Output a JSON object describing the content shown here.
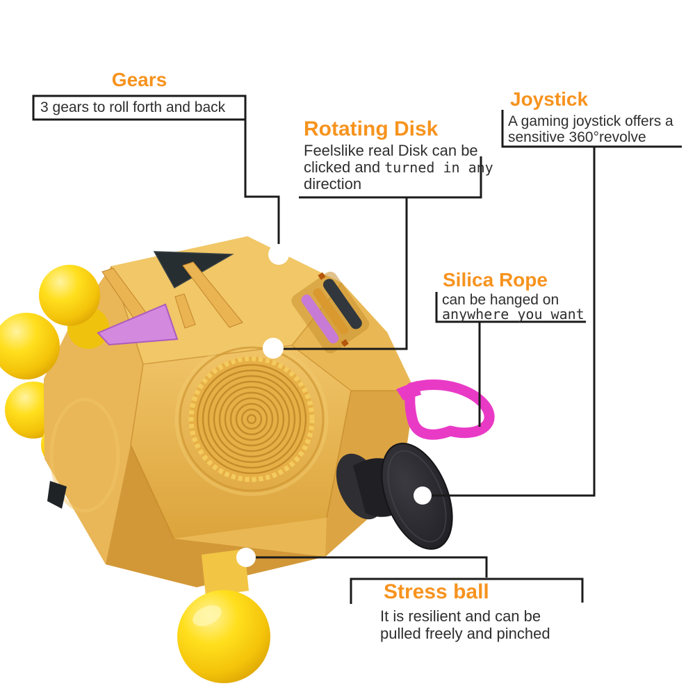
{
  "figure": {
    "description": "Annotated product photo of a 12-sided yellow fidget cube toy with callout labels",
    "colors": {
      "accent_orange": "#F7931E",
      "callout_line": "#1A1A1A",
      "body_text": "#2E2E2E",
      "cube_gold": "#E9B855",
      "ball_yellow": "#FFD91C",
      "button_purple": "#CF85DC",
      "rope_magenta": "#E93AC6",
      "joystick_black": "#2A2A2F",
      "background": "#FFFFFF"
    },
    "illustrated_parts": [
      "yellow roller gears",
      "triangle buttons",
      "toothed rollers",
      "rotating disk",
      "silica rope loop",
      "joystick spool",
      "stress ball"
    ]
  },
  "callouts": {
    "gears": {
      "title": "Gears",
      "body": "3 gears to roll forth and back"
    },
    "rotating_disk": {
      "title": "Rotating Disk",
      "line1": "Feelslike real Disk can be",
      "line2a": "clicked and ",
      "line2b": "turned in any",
      "line3": "direction"
    },
    "joystick": {
      "title": "Joystick",
      "line1": "A gaming joystick offers a",
      "line2": "sensitive 360°revolve"
    },
    "silica_rope": {
      "title": "Silica Rope",
      "line1": "can be hanged on",
      "line2": "anywhere you want"
    },
    "stress_ball": {
      "title": "Stress ball",
      "line1": "It is resilient and can be",
      "line2": "pulled freely and pinched"
    }
  }
}
